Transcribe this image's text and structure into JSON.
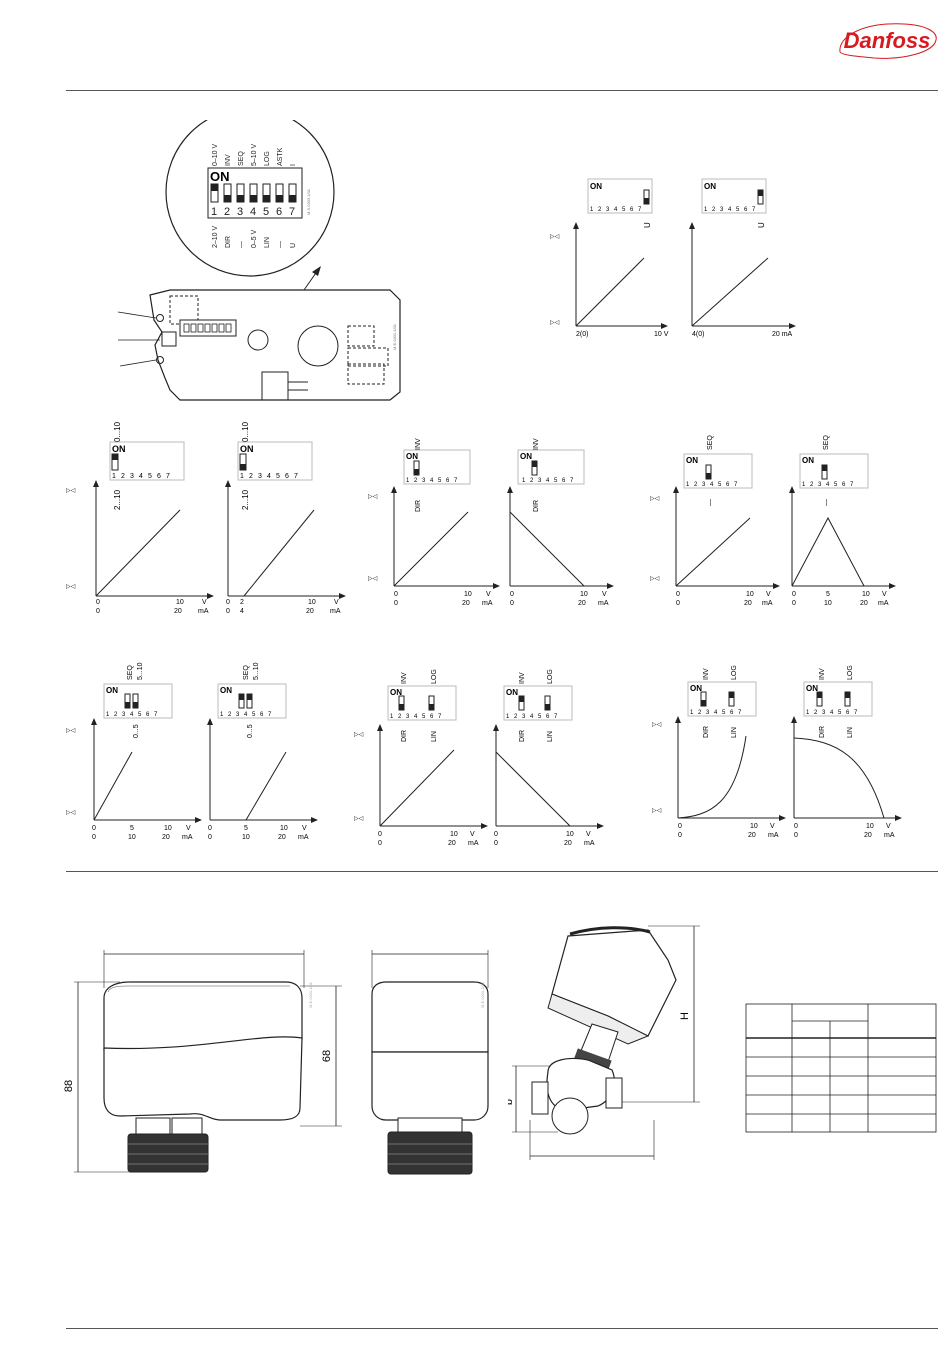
{
  "brand": {
    "name": "Danfoss",
    "color": "#d71920"
  },
  "circuit_board": {
    "switch_functions_top": [
      "0–10 V",
      "INV",
      "SEQ",
      "5–10 V",
      "LOG",
      "ASTK",
      "I"
    ],
    "switch_functions_bottom": [
      "2–10 V",
      "DIR",
      "—",
      "0–5 V",
      "LIN",
      "—",
      "U"
    ],
    "switch_numbers": [
      "1",
      "2",
      "3",
      "4",
      "5",
      "6",
      "7"
    ],
    "on_label": "ON",
    "ref_code_zoom": "M.S.0303.1/01",
    "ref_code_board": "M.E.0401.1/01"
  },
  "diagrams": {
    "u_voltage": {
      "top_label": "U",
      "x_start": "2(0)",
      "x_end": "10 V"
    },
    "i_current": {
      "top_label": "I",
      "x_start": "4(0)",
      "x_end": "20 mA"
    },
    "range_0_10": {
      "top": "0...10",
      "side": "2...10",
      "x_v": [
        "0",
        "10",
        "V"
      ],
      "x_ma": [
        "0",
        "20",
        "mA"
      ]
    },
    "range_2_10": {
      "top": "0...10",
      "side": "2...10",
      "x_v": [
        "0",
        "2",
        "10",
        "V"
      ],
      "x_ma": [
        "0",
        "4",
        "20",
        "mA"
      ]
    },
    "dir_inv": {
      "top": "INV",
      "side": "DIR",
      "x_v": [
        "0",
        "10",
        "V"
      ],
      "x_ma": [
        "0",
        "20",
        "mA"
      ]
    },
    "seq": {
      "top": "SEQ",
      "side": "—",
      "x_v": [
        "0",
        "10",
        "V"
      ],
      "x_ma": [
        "0",
        "20",
        "mA"
      ],
      "x_v_seq": [
        "0",
        "5",
        "10",
        "V"
      ],
      "x_ma_seq": [
        "0",
        "10",
        "20",
        "mA"
      ]
    },
    "seq_05": {
      "top1": "SEQ",
      "top2": "5...10",
      "side": "0...5",
      "x_v": [
        "0",
        "5",
        "10",
        "V"
      ],
      "x_ma": [
        "0",
        "10",
        "20",
        "mA"
      ]
    },
    "inv_log": {
      "top1": "INV",
      "top2": "LOG",
      "side1": "DIR",
      "side2": "LIN",
      "x_v": [
        "0",
        "10",
        "V"
      ],
      "x_ma": [
        "0",
        "20",
        "mA"
      ]
    }
  },
  "dimensions": {
    "height_front": "88",
    "height_side": "68",
    "valve_height": "H",
    "valve_b": "b",
    "ref_code_front": "M.E.0201.1/01",
    "ref_code_side": "M.E.0201.1/01"
  }
}
